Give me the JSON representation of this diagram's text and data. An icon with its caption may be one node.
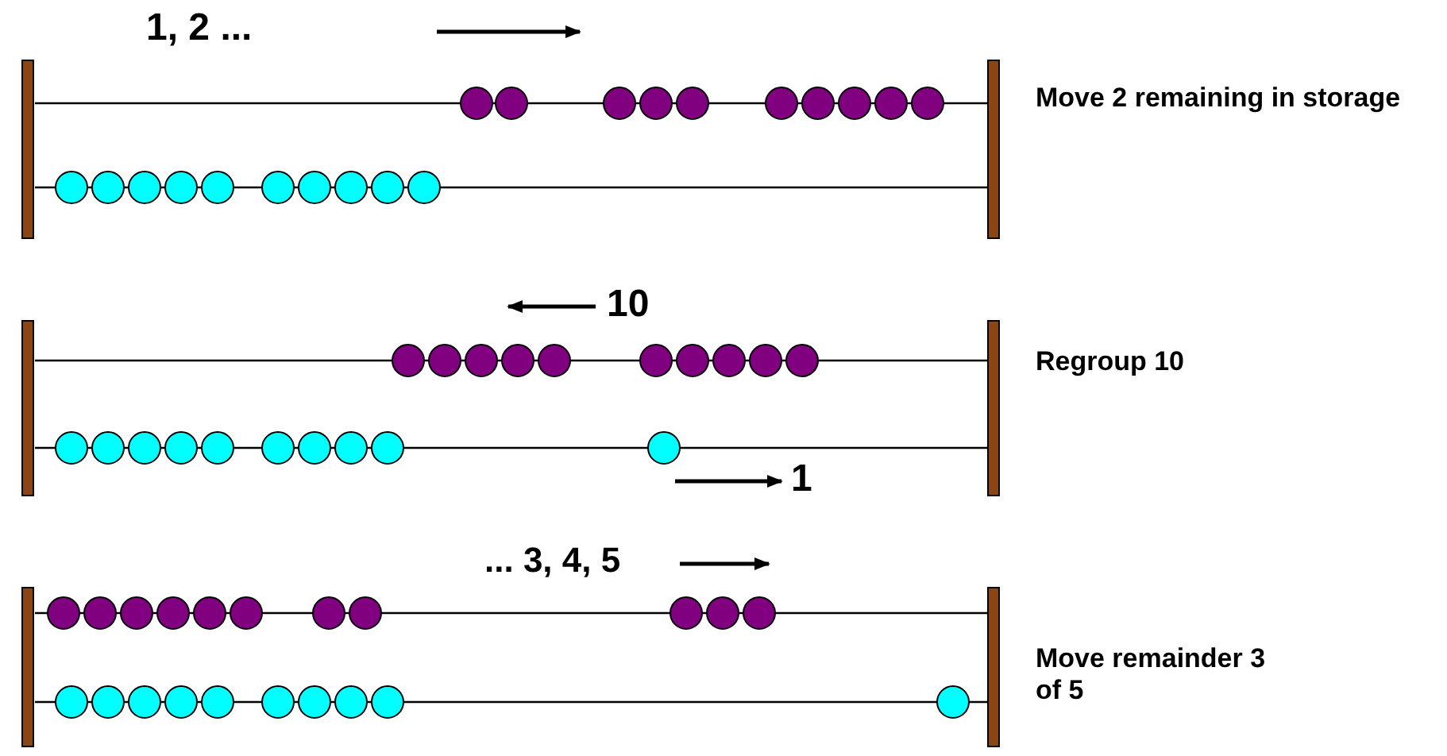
{
  "diagram": {
    "labels": [
      "1, 2 ...",
      "Move 2 remaining in storage",
      "10",
      "Regroup 10",
      "1",
      "... 3, 4, 5",
      "Move remainder 3 of 5"
    ]
  }
}
